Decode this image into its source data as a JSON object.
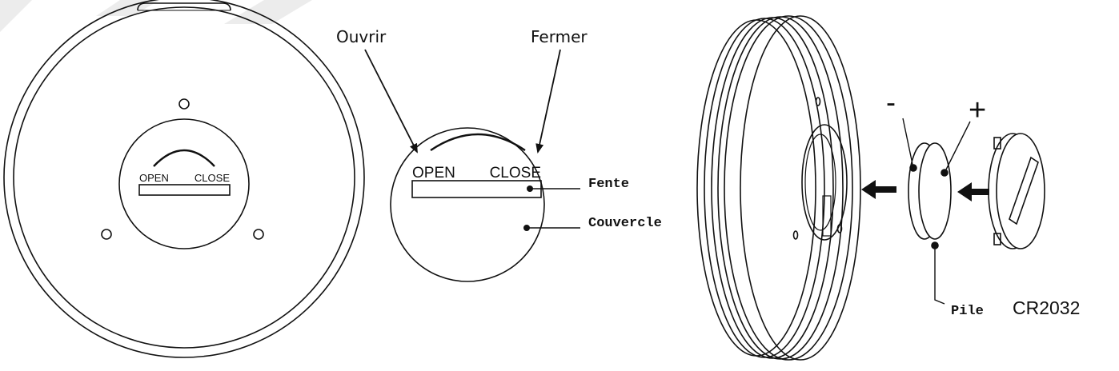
{
  "device_face": {
    "open_label": "OPEN",
    "close_label": "CLOSE"
  },
  "detail": {
    "open_label": "OPEN",
    "close_label": "CLOSE",
    "ouvrir": "Ouvrir",
    "fermer": "Fermer",
    "fente": "Fente",
    "couvercle": "Couvercle"
  },
  "exploded": {
    "minus": "-",
    "plus": "+",
    "pile": "Pile",
    "battery_model": "CR2032"
  },
  "colors": {
    "line": "#111111",
    "watermark": "#e6e6e6"
  }
}
